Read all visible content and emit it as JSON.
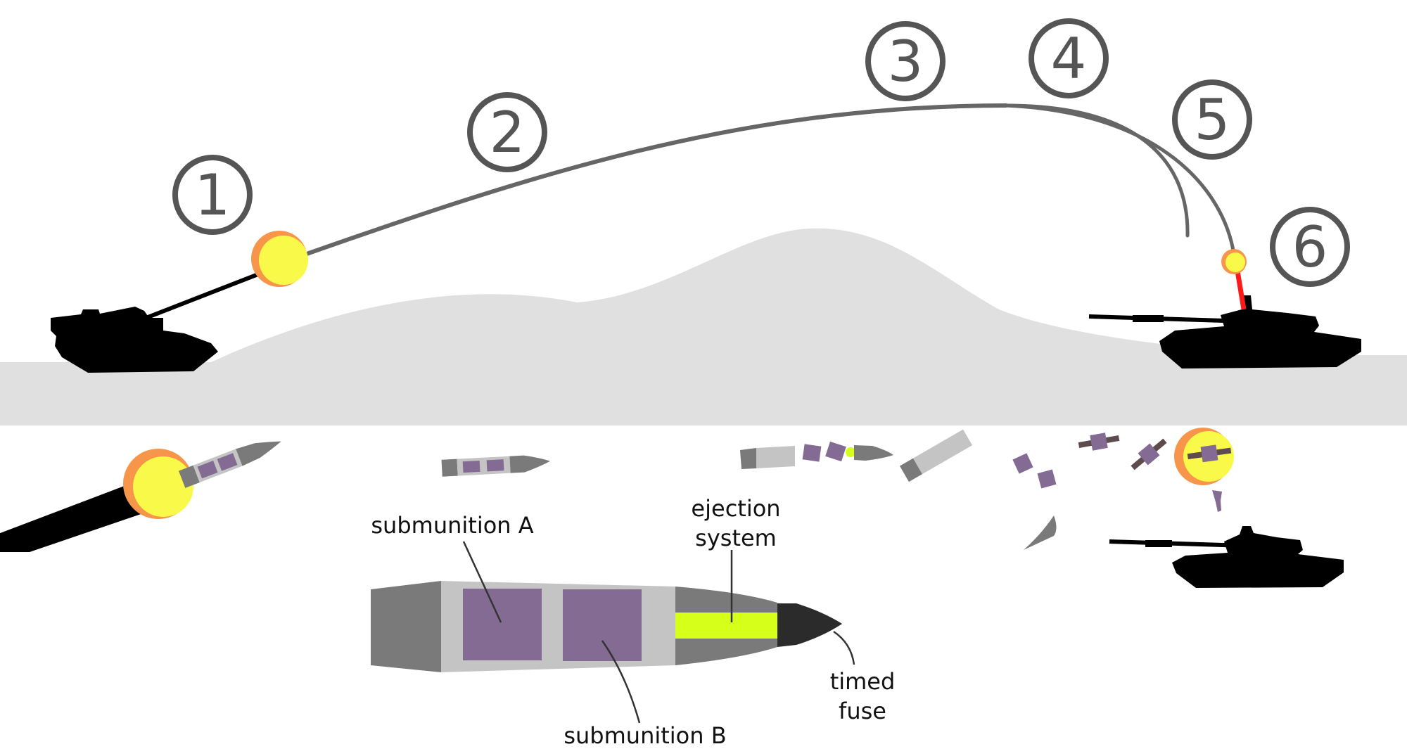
{
  "steps": {
    "s1": "1",
    "s2": "2",
    "s3": "3",
    "s4": "4",
    "s5": "5",
    "s6": "6"
  },
  "callouts": {
    "submunition_a": "submunition A",
    "submunition_b": "submunition B",
    "ejection_line1": "ejection",
    "ejection_line2": "system",
    "fuse_line1": "timed",
    "fuse_line2": "fuse"
  },
  "colors": {
    "terrain": "#e0e0e0",
    "trajectory": "#666666",
    "step_circle": "#555555",
    "tank": "#000000",
    "flash_outer": "#f7954a",
    "flash_inner": "#f9f94a",
    "submunition": "#846b93",
    "ejection_charge": "#d6ff1a",
    "shell_body": "#c4c4c4",
    "shell_base": "#7a7a7a",
    "fuse": "#2b2b2b",
    "laser": "#ff1a1a"
  }
}
